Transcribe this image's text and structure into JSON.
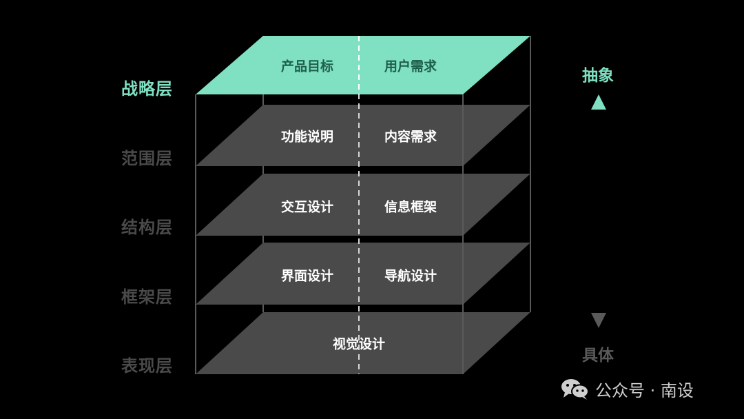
{
  "layers": [
    {
      "label": "战略层",
      "left": "产品目标",
      "right": "用户需求",
      "highlight": true
    },
    {
      "label": "范围层",
      "left": "功能说明",
      "right": "内容需求",
      "highlight": false
    },
    {
      "label": "结构层",
      "left": "交互设计",
      "right": "信息框架",
      "highlight": false
    },
    {
      "label": "框架层",
      "left": "界面设计",
      "right": "导航设计",
      "highlight": false
    },
    {
      "label": "表现层",
      "center": "视觉设计",
      "highlight": false
    }
  ],
  "axis": {
    "top_label": "抽象",
    "bottom_label": "具体"
  },
  "watermark": {
    "text": "公众号 · 南设",
    "icon": "wechat-icon"
  },
  "colors": {
    "background": "#000000",
    "accent": "#7fe0c2",
    "layer_fill": "#4a4a4a",
    "muted_label": "#4a4a4a",
    "outline": "#5a5a5a",
    "arrow_gradient_end": "#5a5a5a"
  }
}
